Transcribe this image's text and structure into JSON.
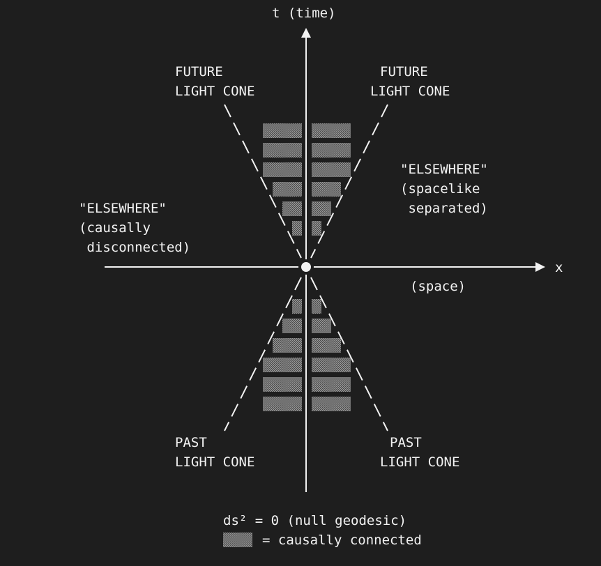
{
  "axes": {
    "t_label": "t (time)",
    "x_label": "x",
    "space_label": "(space)"
  },
  "labels": {
    "future_left": [
      "FUTURE",
      "LIGHT CONE"
    ],
    "future_right": [
      "FUTURE",
      "LIGHT CONE"
    ],
    "past_left": [
      "PAST",
      "LIGHT CONE"
    ],
    "past_right": [
      "PAST",
      "LIGHT CONE"
    ],
    "elsewhere_left": [
      "\"ELSEWHERE\"",
      "(causally",
      " disconnected)"
    ],
    "elsewhere_right": [
      "\"ELSEWHERE\"",
      "(spacelike",
      " separated)"
    ]
  },
  "legend": {
    "null_geodesic": "ds² = 0 (null geodesic)",
    "causal": "= causally connected"
  },
  "colors": {
    "background": "#1e1e1e",
    "foreground": "#f2f2f2",
    "shade": "#8a8a8a"
  }
}
